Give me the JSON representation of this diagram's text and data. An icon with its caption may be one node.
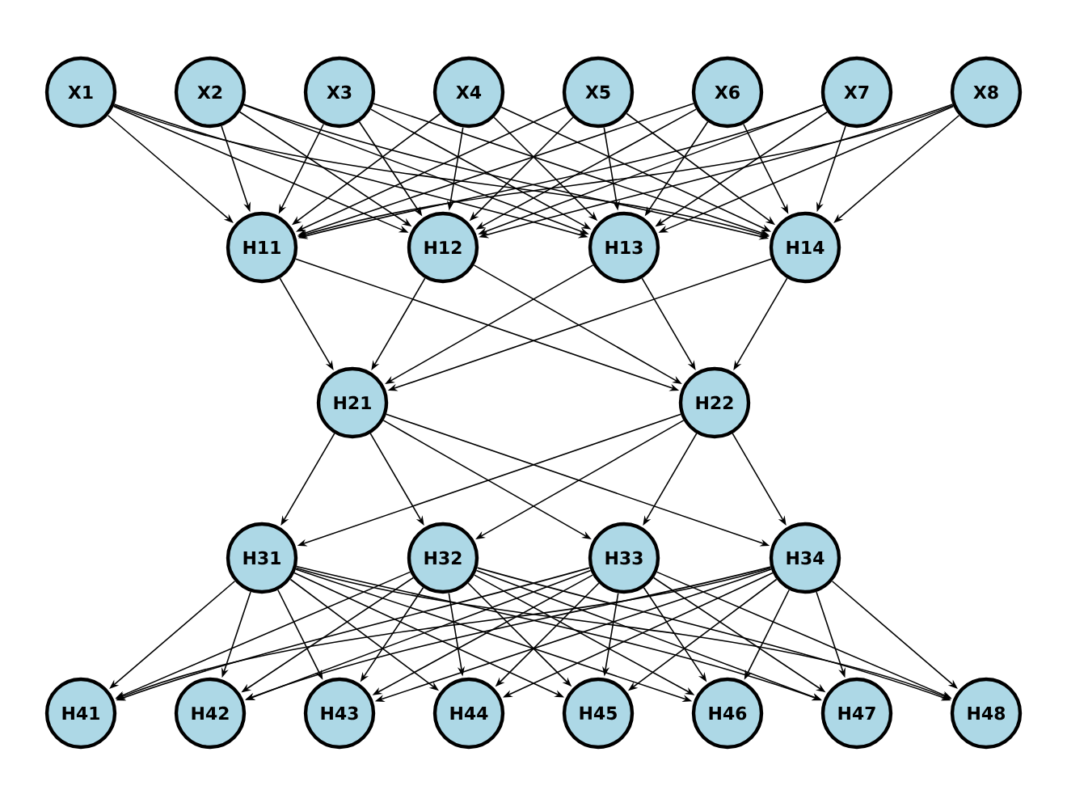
{
  "diagram": {
    "nodes": [
      {
        "text": [
          "X1"
        ]
      },
      {
        "text": [
          "X2"
        ]
      },
      {
        "text": [
          "X3"
        ]
      },
      {
        "text": [
          "X4"
        ]
      },
      {
        "text": [
          "X5"
        ]
      },
      {
        "text": [
          "X6"
        ]
      },
      {
        "text": [
          "X7"
        ]
      },
      {
        "text": [
          "X8"
        ]
      },
      {
        "text": [
          "H11"
        ]
      },
      {
        "text": [
          "H12"
        ]
      },
      {
        "text": [
          "H13"
        ]
      },
      {
        "text": [
          "H14"
        ]
      },
      {
        "text": [
          "H21"
        ]
      },
      {
        "text": [
          "H22"
        ]
      },
      {
        "text": [
          "H31"
        ]
      },
      {
        "text": [
          "H32"
        ]
      },
      {
        "text": [
          "H33"
        ]
      },
      {
        "text": [
          "H34"
        ]
      },
      {
        "text": [
          "H41"
        ]
      },
      {
        "text": [
          "H42"
        ]
      },
      {
        "text": [
          "H43"
        ]
      },
      {
        "text": [
          "H44"
        ]
      },
      {
        "text": [
          "H45"
        ]
      },
      {
        "text": [
          "H46"
        ]
      },
      {
        "text": [
          "H47"
        ]
      },
      {
        "text": [
          "H48"
        ]
      }
    ],
    "edges": [
      {
        "from": 0,
        "to": 8,
        "arrow": "to"
      },
      {
        "from": 0,
        "to": 9,
        "arrow": "to"
      },
      {
        "from": 0,
        "to": 10,
        "arrow": "to"
      },
      {
        "from": 0,
        "to": 11,
        "arrow": "to"
      },
      {
        "from": 1,
        "to": 8,
        "arrow": "to"
      },
      {
        "from": 1,
        "to": 9,
        "arrow": "to"
      },
      {
        "from": 1,
        "to": 10,
        "arrow": "to"
      },
      {
        "from": 1,
        "to": 11,
        "arrow": "to"
      },
      {
        "from": 2,
        "to": 8,
        "arrow": "to"
      },
      {
        "from": 2,
        "to": 9,
        "arrow": "to"
      },
      {
        "from": 2,
        "to": 10,
        "arrow": "to"
      },
      {
        "from": 2,
        "to": 11,
        "arrow": "to"
      },
      {
        "from": 3,
        "to": 8,
        "arrow": "to"
      },
      {
        "from": 3,
        "to": 9,
        "arrow": "to"
      },
      {
        "from": 3,
        "to": 10,
        "arrow": "to"
      },
      {
        "from": 3,
        "to": 11,
        "arrow": "to"
      },
      {
        "from": 4,
        "to": 8,
        "arrow": "to"
      },
      {
        "from": 4,
        "to": 9,
        "arrow": "to"
      },
      {
        "from": 4,
        "to": 10,
        "arrow": "to"
      },
      {
        "from": 4,
        "to": 11,
        "arrow": "to"
      },
      {
        "from": 5,
        "to": 8,
        "arrow": "to"
      },
      {
        "from": 5,
        "to": 9,
        "arrow": "to"
      },
      {
        "from": 5,
        "to": 10,
        "arrow": "to"
      },
      {
        "from": 5,
        "to": 11,
        "arrow": "to"
      },
      {
        "from": 6,
        "to": 8,
        "arrow": "to"
      },
      {
        "from": 6,
        "to": 9,
        "arrow": "to"
      },
      {
        "from": 6,
        "to": 10,
        "arrow": "to"
      },
      {
        "from": 6,
        "to": 11,
        "arrow": "to"
      },
      {
        "from": 7,
        "to": 8,
        "arrow": "to"
      },
      {
        "from": 7,
        "to": 9,
        "arrow": "to"
      },
      {
        "from": 7,
        "to": 10,
        "arrow": "to"
      },
      {
        "from": 7,
        "to": 11,
        "arrow": "to"
      },
      {
        "from": 8,
        "to": 12,
        "arrow": "to"
      },
      {
        "from": 8,
        "to": 13,
        "arrow": "to"
      },
      {
        "from": 9,
        "to": 12,
        "arrow": "to"
      },
      {
        "from": 9,
        "to": 13,
        "arrow": "to"
      },
      {
        "from": 10,
        "to": 12,
        "arrow": "to"
      },
      {
        "from": 10,
        "to": 13,
        "arrow": "to"
      },
      {
        "from": 11,
        "to": 12,
        "arrow": "to"
      },
      {
        "from": 11,
        "to": 13,
        "arrow": "to"
      },
      {
        "from": 12,
        "to": 14,
        "arrow": "to"
      },
      {
        "from": 12,
        "to": 15,
        "arrow": "to"
      },
      {
        "from": 12,
        "to": 16,
        "arrow": "to"
      },
      {
        "from": 12,
        "to": 17,
        "arrow": "to"
      },
      {
        "from": 13,
        "to": 14,
        "arrow": "to"
      },
      {
        "from": 13,
        "to": 15,
        "arrow": "to"
      },
      {
        "from": 13,
        "to": 16,
        "arrow": "to"
      },
      {
        "from": 13,
        "to": 17,
        "arrow": "to"
      },
      {
        "from": 14,
        "to": 18,
        "arrow": "to"
      },
      {
        "from": 14,
        "to": 19,
        "arrow": "to"
      },
      {
        "from": 14,
        "to": 20,
        "arrow": "to"
      },
      {
        "from": 14,
        "to": 21,
        "arrow": "to"
      },
      {
        "from": 14,
        "to": 22,
        "arrow": "to"
      },
      {
        "from": 14,
        "to": 23,
        "arrow": "to"
      },
      {
        "from": 14,
        "to": 24,
        "arrow": "to"
      },
      {
        "from": 14,
        "to": 25,
        "arrow": "to"
      },
      {
        "from": 15,
        "to": 18,
        "arrow": "to"
      },
      {
        "from": 15,
        "to": 19,
        "arrow": "to"
      },
      {
        "from": 15,
        "to": 20,
        "arrow": "to"
      },
      {
        "from": 15,
        "to": 21,
        "arrow": "to"
      },
      {
        "from": 15,
        "to": 22,
        "arrow": "to"
      },
      {
        "from": 15,
        "to": 23,
        "arrow": "to"
      },
      {
        "from": 15,
        "to": 24,
        "arrow": "to"
      },
      {
        "from": 15,
        "to": 25,
        "arrow": "to"
      },
      {
        "from": 16,
        "to": 18,
        "arrow": "to"
      },
      {
        "from": 16,
        "to": 19,
        "arrow": "to"
      },
      {
        "from": 16,
        "to": 20,
        "arrow": "to"
      },
      {
        "from": 16,
        "to": 21,
        "arrow": "to"
      },
      {
        "from": 16,
        "to": 22,
        "arrow": "to"
      },
      {
        "from": 16,
        "to": 23,
        "arrow": "to"
      },
      {
        "from": 16,
        "to": 24,
        "arrow": "to"
      },
      {
        "from": 16,
        "to": 25,
        "arrow": "to"
      },
      {
        "from": 17,
        "to": 18,
        "arrow": "to"
      },
      {
        "from": 17,
        "to": 19,
        "arrow": "to"
      },
      {
        "from": 17,
        "to": 20,
        "arrow": "to"
      },
      {
        "from": 17,
        "to": 21,
        "arrow": "to"
      },
      {
        "from": 17,
        "to": 22,
        "arrow": "to"
      },
      {
        "from": 17,
        "to": 23,
        "arrow": "to"
      },
      {
        "from": 17,
        "to": 24,
        "arrow": "to"
      },
      {
        "from": 17,
        "to": 25,
        "arrow": "to"
      }
    ]
  }
}
